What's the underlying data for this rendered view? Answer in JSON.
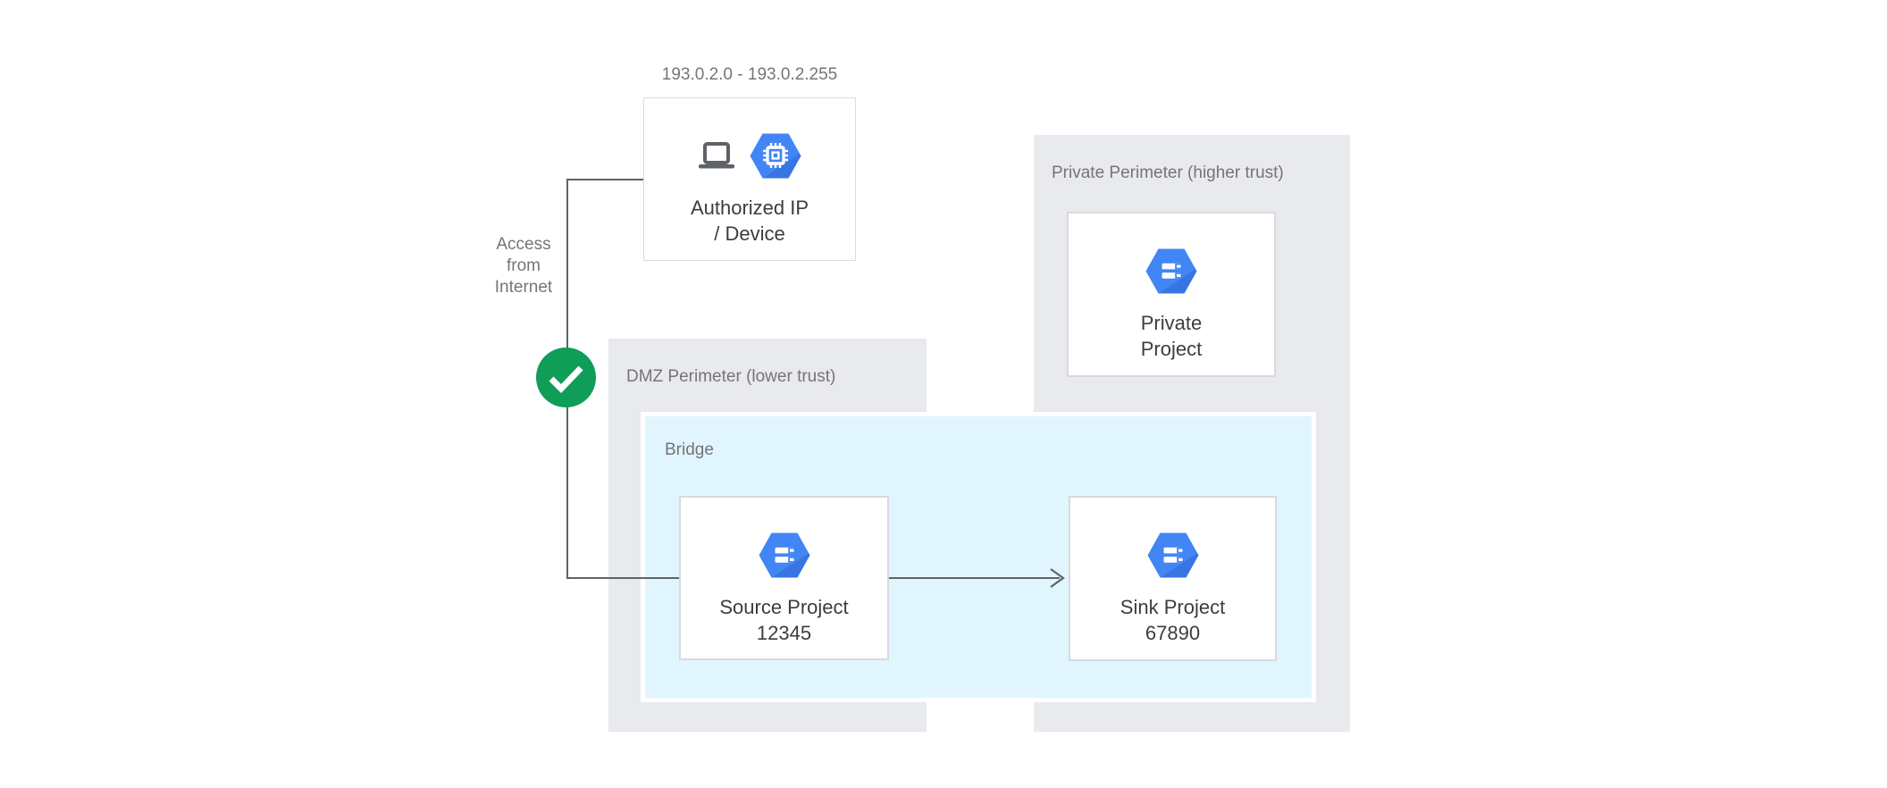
{
  "colors": {
    "hexagon_blue": "#4285F4",
    "hexagon_shade_blue": "#3367D6",
    "check_green": "#0F9D58",
    "perimeter_gray_bg": "#E8EAED",
    "bridge_blue_bg": "#E1F5FE",
    "connector_gray": "#5F6368",
    "secondary_text_gray": "#757575",
    "node_title_dark": "#3A3D40"
  },
  "icons": {
    "authorized_device": [
      "laptop-icon",
      "compute-engine-hexagon-icon"
    ],
    "source_project": "project-hexagon-icon",
    "sink_project": "project-hexagon-icon",
    "private_project": "project-hexagon-icon",
    "access_status": "check-icon",
    "flow_direction": "arrowhead-icon"
  },
  "nodes": {
    "ip_range": "193.0.2.0 - 193.0.2.255",
    "authorized": {
      "line1": "Authorized IP",
      "line2": "/ Device"
    },
    "access": {
      "line1": "Access",
      "line2": "from",
      "line3": "Internet"
    },
    "dmz_label": "DMZ Perimeter (lower trust)",
    "bridge_label": "Bridge",
    "source": {
      "line1": "Source Project",
      "line2": "12345"
    },
    "sink": {
      "line1": "Sink Project",
      "line2": "67890"
    },
    "private_perimeter_label": "Private Perimeter (higher trust)",
    "private_project": {
      "line1": "Private",
      "line2": "Project"
    }
  }
}
